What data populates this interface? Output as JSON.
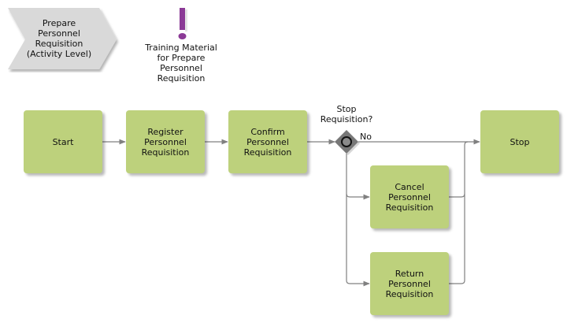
{
  "process_interface": {
    "label": "Prepare\nPersonnel\nRequisition\n(Activity Level)"
  },
  "training_material": {
    "icon": "exclamation-icon",
    "color": "#8b3a96",
    "label": "Training Material\nfor Prepare\nPersonnel\nRequisition"
  },
  "nodes": {
    "start": "Start",
    "register": "Register\nPersonnel\nRequisition",
    "confirm": "Confirm\nPersonnel\nRequisition",
    "cancel": "Cancel\nPersonnel\nRequisition",
    "return": "Return\nPersonnel\nRequisition",
    "stop": "Stop"
  },
  "gateway": {
    "label": "Stop\nRequisition?",
    "branch_no": "No"
  },
  "colors": {
    "activity": "#bdd17c",
    "gateway": "#777777",
    "interface": "#d9d9d9",
    "connector": "#808080"
  }
}
